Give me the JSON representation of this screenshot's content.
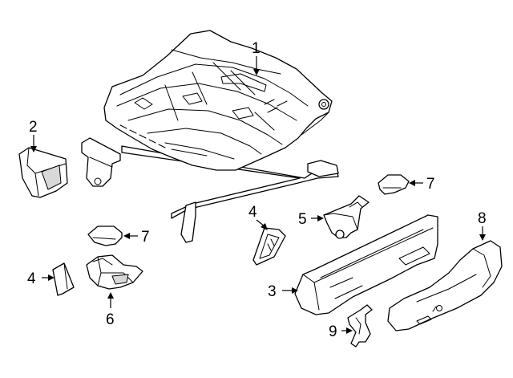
{
  "callouts": {
    "c1": "1",
    "c2": "2",
    "c3": "3",
    "c4a": "4",
    "c4b": "4",
    "c5": "5",
    "c6": "6",
    "c7a": "7",
    "c7b": "7",
    "c8": "8",
    "c9": "9"
  }
}
